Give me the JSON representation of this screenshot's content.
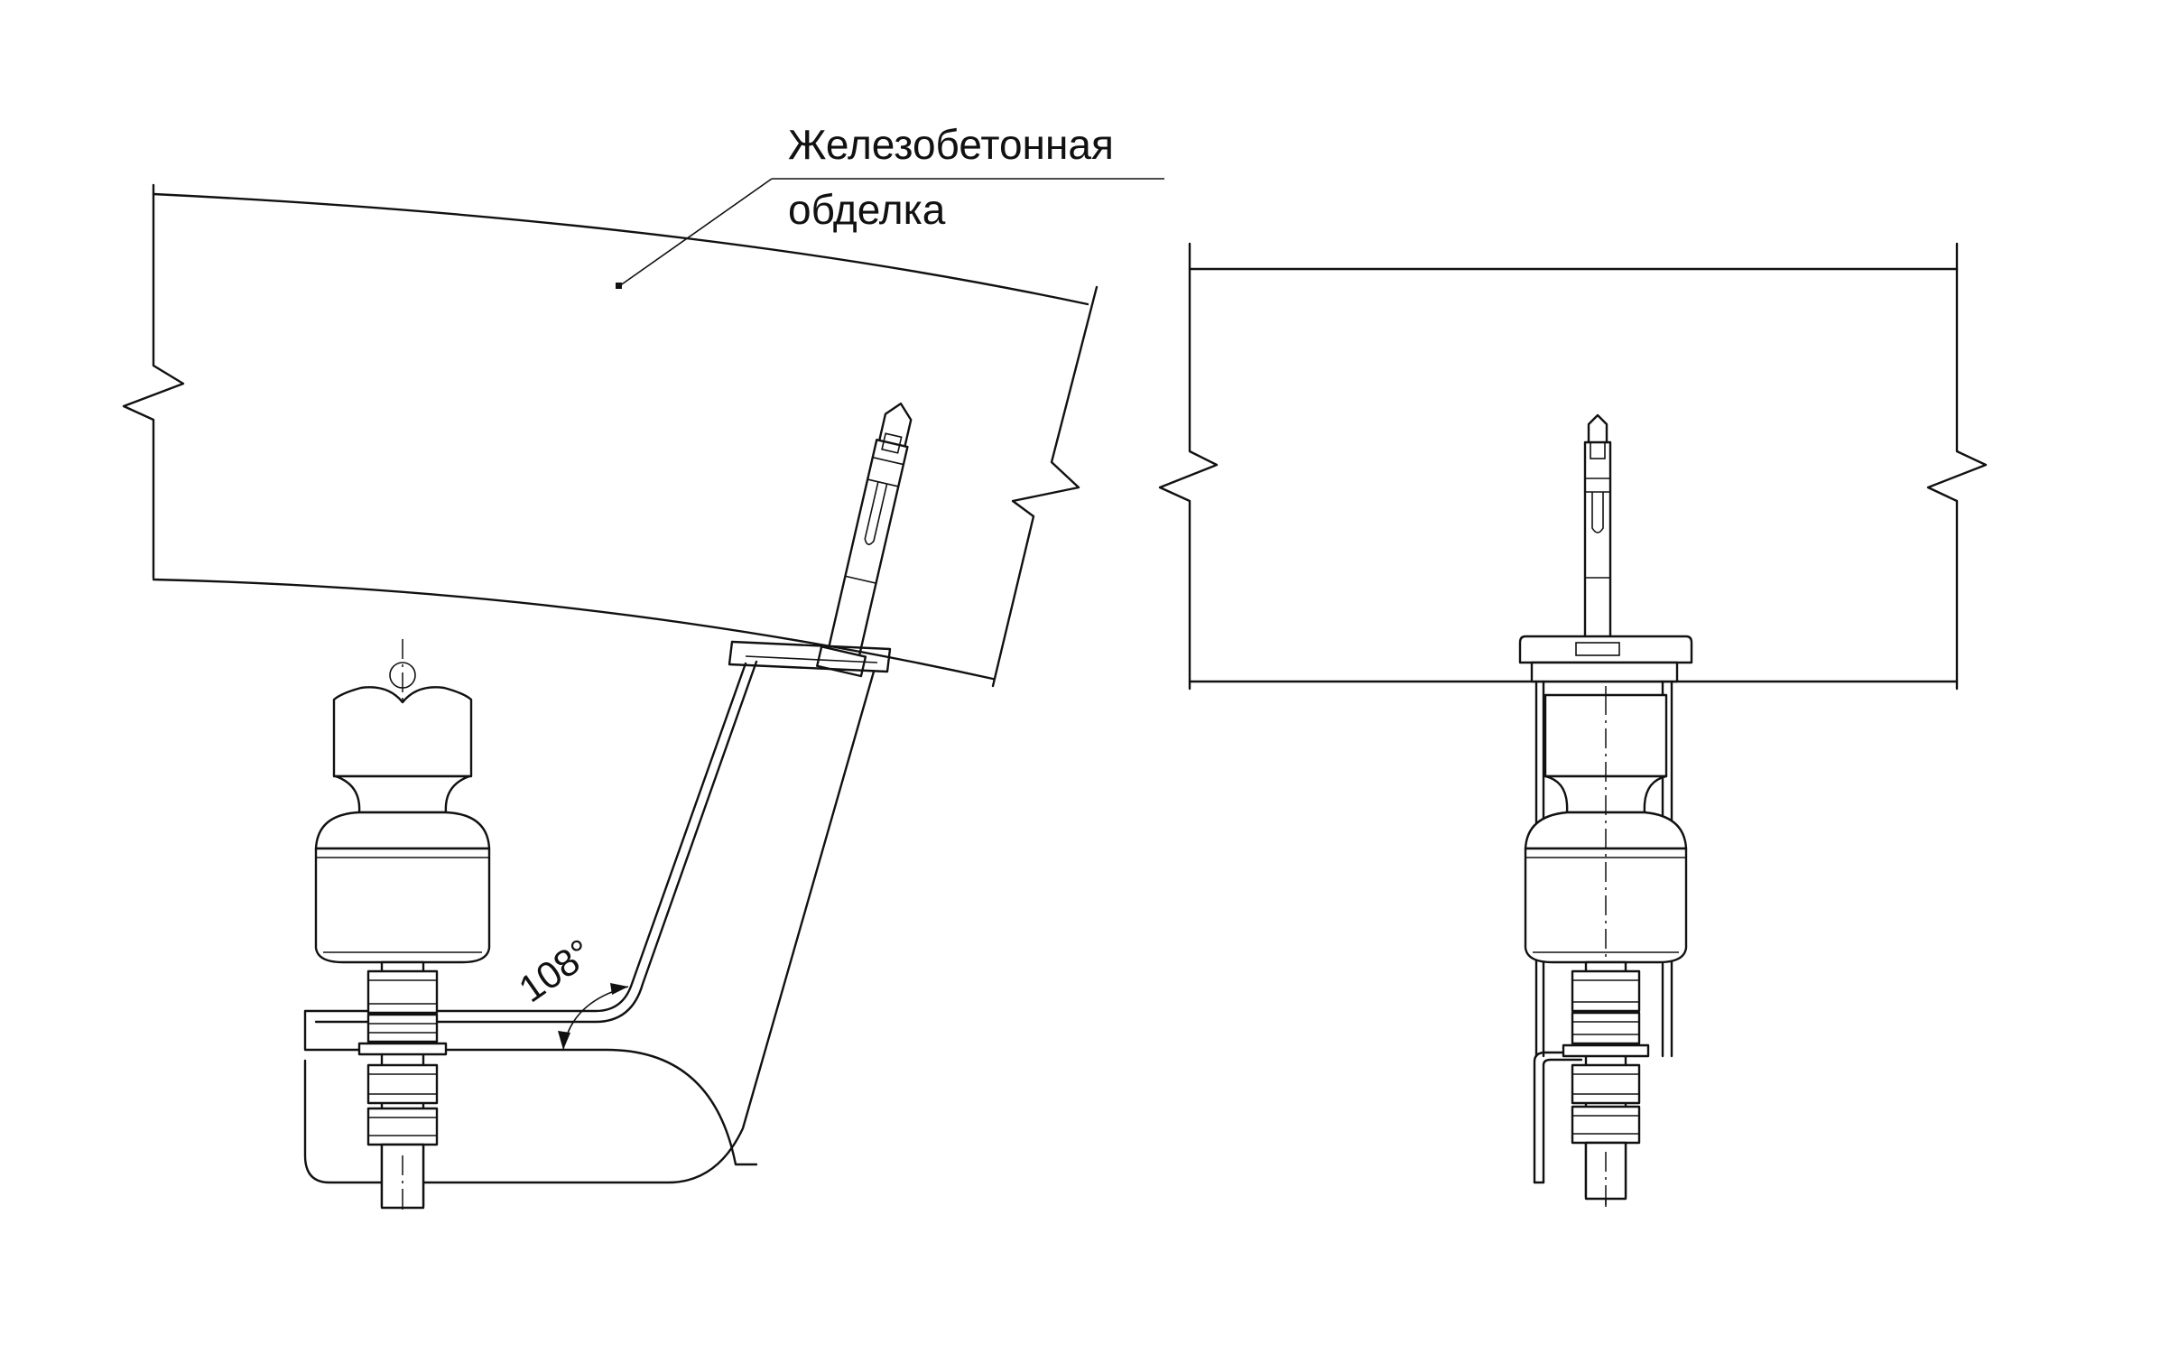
{
  "callout": {
    "line1": "Железобетонная",
    "line2": "обделка"
  },
  "dimension": {
    "angle": "108°"
  }
}
